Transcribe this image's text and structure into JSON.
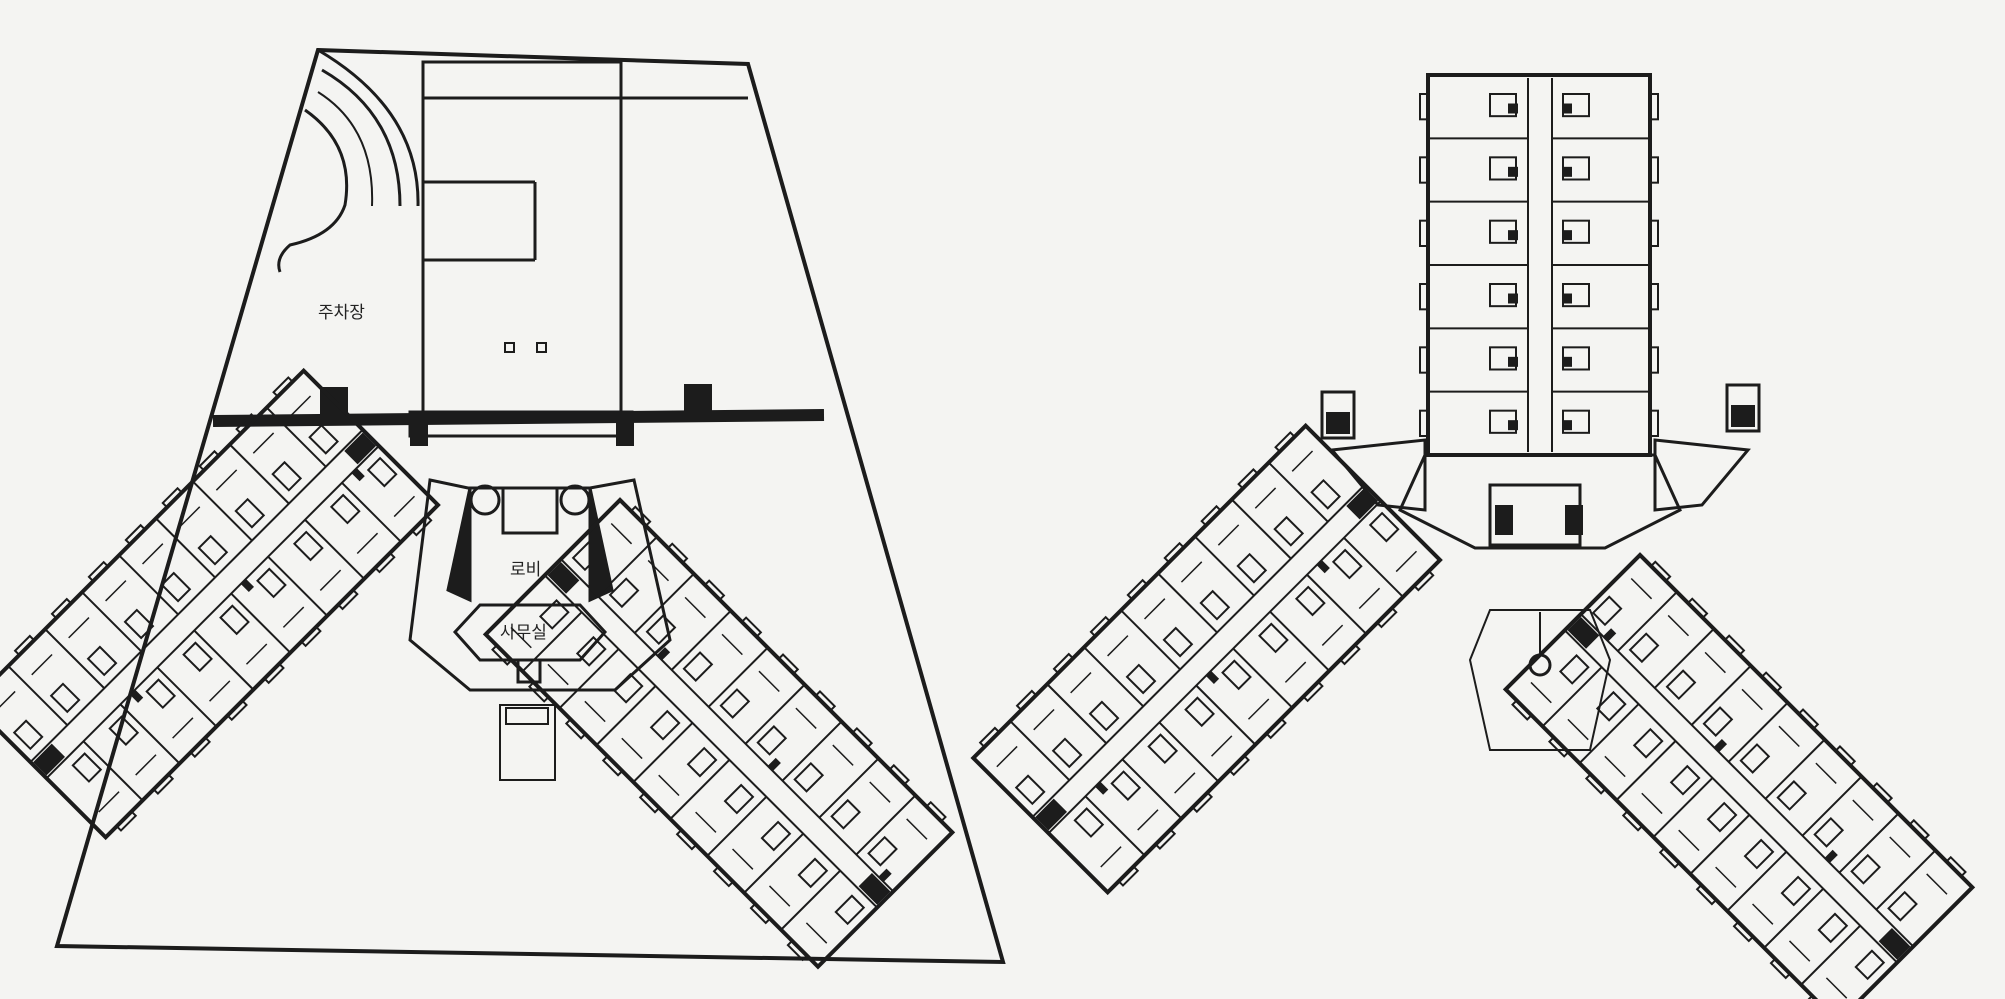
{
  "labels": {
    "parking": "주차장",
    "lobby": "로비",
    "office": "사무실"
  },
  "colors": {
    "paper": "#f4f4f2",
    "ink": "#1c1c1c"
  },
  "plans": [
    {
      "name": "ground-floor-plan"
    },
    {
      "name": "typical-floor-plan"
    }
  ]
}
